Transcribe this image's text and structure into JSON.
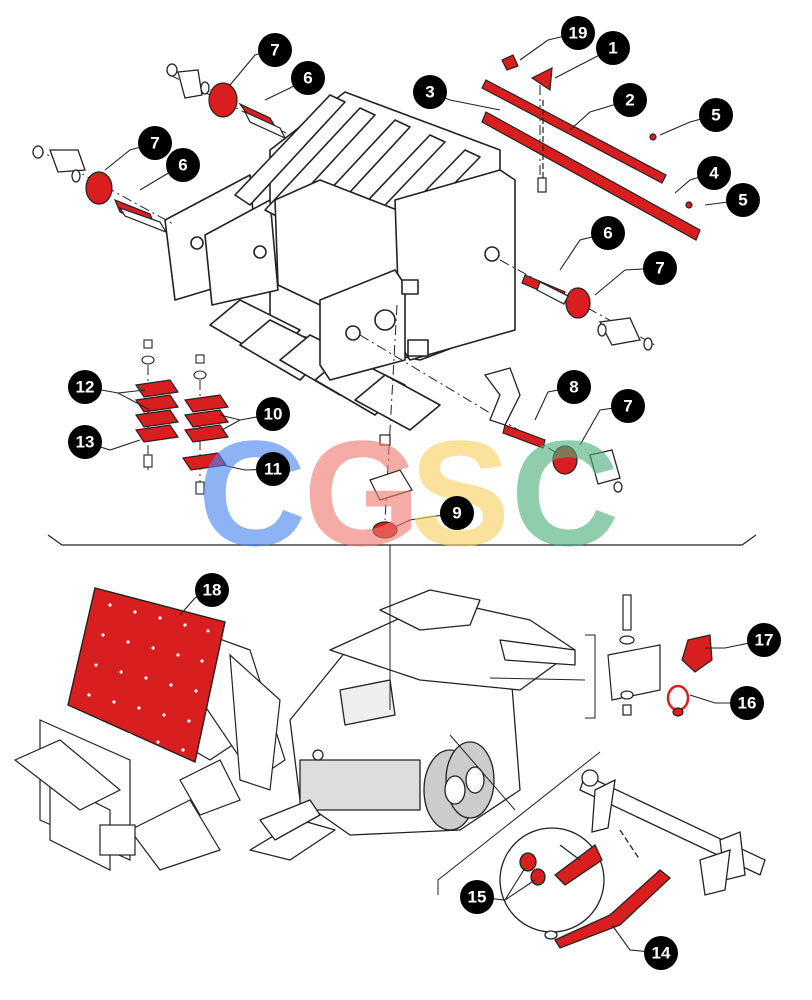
{
  "diagram": {
    "highlight_color": "#d81e1e",
    "line_color": "#222222",
    "callout_fill": "#000000",
    "callout_text_color": "#ffffff"
  },
  "watermark": {
    "letters": [
      {
        "char": "C",
        "color": "#4a86f0"
      },
      {
        "char": "G",
        "color": "#f07a70"
      },
      {
        "char": "S",
        "color": "#f8d060"
      },
      {
        "char": "C",
        "color": "#4cb07a"
      }
    ]
  },
  "callouts": [
    {
      "id": "c19",
      "label": "19"
    },
    {
      "id": "c1",
      "label": "1"
    },
    {
      "id": "c3",
      "label": "3"
    },
    {
      "id": "c2",
      "label": "2"
    },
    {
      "id": "c5a",
      "label": "5"
    },
    {
      "id": "c4",
      "label": "4"
    },
    {
      "id": "c5b",
      "label": "5"
    },
    {
      "id": "c7a",
      "label": "7"
    },
    {
      "id": "c6a",
      "label": "6"
    },
    {
      "id": "c7b",
      "label": "7"
    },
    {
      "id": "c6b",
      "label": "6"
    },
    {
      "id": "c6c",
      "label": "6"
    },
    {
      "id": "c7c",
      "label": "7"
    },
    {
      "id": "c8",
      "label": "8"
    },
    {
      "id": "c7d",
      "label": "7"
    },
    {
      "id": "c12",
      "label": "12"
    },
    {
      "id": "c10",
      "label": "10"
    },
    {
      "id": "c13",
      "label": "13"
    },
    {
      "id": "c11",
      "label": "11"
    },
    {
      "id": "c9",
      "label": "9"
    },
    {
      "id": "c18",
      "label": "18"
    },
    {
      "id": "c17",
      "label": "17"
    },
    {
      "id": "c16",
      "label": "16"
    },
    {
      "id": "c15",
      "label": "15"
    },
    {
      "id": "c14",
      "label": "14"
    }
  ]
}
